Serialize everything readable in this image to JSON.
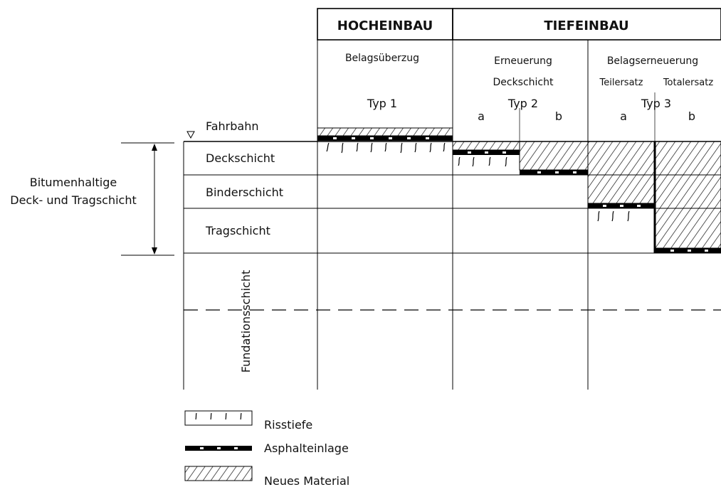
{
  "headers": {
    "hocheinbau": "HOCHEINBAU",
    "tiefeinbau": "TIEFEINBAU"
  },
  "methods": {
    "belagsueberzug": "Belagsüberzug",
    "erneuerung": "Erneuerung",
    "deckschicht": "Deckschicht",
    "belagserneuerung": "Belagserneuerung",
    "teilersatz": "Teilersatz",
    "totalersatz": "Totalersatz"
  },
  "types": {
    "typ1": "Typ 1",
    "typ2": "Typ 2",
    "typ3": "Typ 3",
    "typ2_a": "a",
    "typ2_b": "b",
    "typ3_a": "a",
    "typ3_b": "b"
  },
  "road": {
    "fahrbahn": "Fahrbahn"
  },
  "layers": {
    "deckschicht": "Deckschicht",
    "binderschicht": "Binderschicht",
    "tragschicht": "Tragschicht",
    "fundationsschicht": "Fundationsschicht"
  },
  "group_label": {
    "line1": "Bitumenhaltige",
    "line2": "Deck- und Tragschicht"
  },
  "legend": {
    "risstiefe": "Risstiefe",
    "asphalteinlage": "Asphalteinlage",
    "neues_material": "Neues Material"
  }
}
